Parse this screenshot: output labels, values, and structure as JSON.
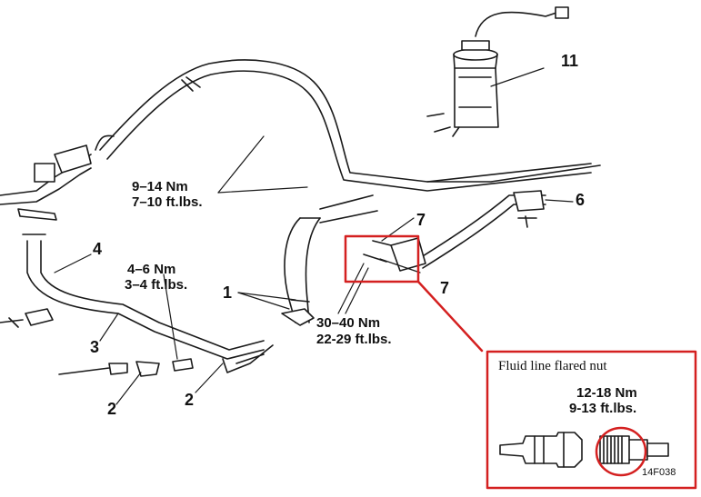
{
  "callouts": {
    "n1": "1",
    "n2a": "2",
    "n2b": "2",
    "n3": "3",
    "n4": "4",
    "n6": "6",
    "n7a": "7",
    "n7b": "7",
    "n11": "11"
  },
  "torques": {
    "t1_nm": "9–14  Nm",
    "t1_ft": "7–10  ft.lbs.",
    "t2_nm": "4–6  Nm",
    "t2_ft": "3–4  ft.lbs.",
    "t3_nm": "30–40  Nm",
    "t3_ft": "22-29  ft.lbs."
  },
  "inset": {
    "title": "Fluid line flared nut",
    "nm": "12-18  Nm",
    "ft": "9-13  ft.lbs.",
    "code": "14F038"
  },
  "colors": {
    "line": "#1a1a1a",
    "highlight": "#d42020"
  }
}
